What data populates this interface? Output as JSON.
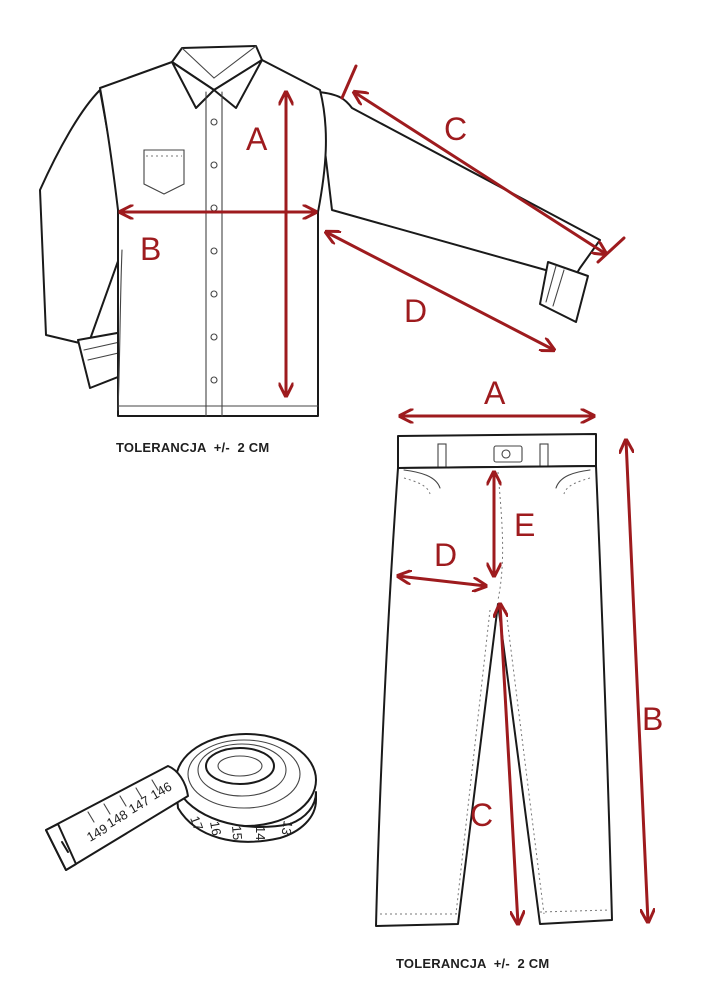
{
  "shirt": {
    "labels": {
      "a": "A",
      "b": "B",
      "c": "C",
      "d": "D"
    },
    "caption": "TOLERANCJA  +/-  2 CM"
  },
  "trousers": {
    "labels": {
      "a": "A",
      "b": "B",
      "c": "C",
      "d": "D",
      "e": "E"
    },
    "caption": "TOLERANCJA  +/-  2 CM"
  },
  "tape": {
    "numbers": [
      "149",
      "148",
      "147",
      "146",
      "17",
      "16",
      "15",
      "14",
      "13"
    ]
  },
  "colors": {
    "arrow": "#9e1b1e",
    "ink": "#1a1a1a"
  }
}
